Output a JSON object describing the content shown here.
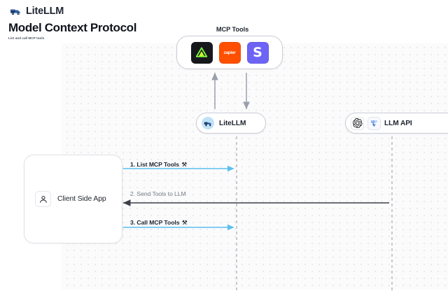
{
  "header": {
    "brand": "LiteLLM",
    "brand_logo_icon": "litellm-truck-logo",
    "title": "Model Context Protocol",
    "subtitle": "List and call MCP tools"
  },
  "colors": {
    "canvas_bg": "#fbfbfc",
    "dot_grid": "#e3e4e8",
    "node_border": "#c9cdd6",
    "accent_blue_arrow": "#5bc0f0",
    "dark_arrow": "#3b3f47",
    "anthropic_tile": "#16181c",
    "anthropic_mark": "#7dfa3a",
    "zapier_tile": "#ff4f00",
    "slack_tile": "#6d63f5",
    "litellm_badge": "#bfe2f7",
    "text_primary": "#20252e",
    "text_muted": "#767c88"
  },
  "diagram": {
    "type": "sequence-diagram",
    "mcp_group": {
      "label": "MCP Tools",
      "tools": [
        {
          "name": "anthropic",
          "icon": "anthropic-logo-icon",
          "label": "",
          "tile_color": "#16181c"
        },
        {
          "name": "zapier",
          "icon": "zapier-logo-icon",
          "label": "zapier",
          "tile_color": "#ff4f00"
        },
        {
          "name": "slack",
          "icon": "slack-logo-icon",
          "label": "S",
          "tile_color": "#6d63f5"
        }
      ]
    },
    "nodes": [
      {
        "id": "client",
        "label": "Client Side App",
        "icon": "user-person-icon"
      },
      {
        "id": "litellm",
        "label": "LiteLLM",
        "icon": "litellm-truck-logo"
      },
      {
        "id": "llmapi",
        "label": "LLM API",
        "icons": [
          "openai-logo-icon",
          "gemini-logo-icon"
        ]
      }
    ],
    "messages": [
      {
        "num": "1.",
        "text": "1. List MCP Tools",
        "icon": "tools-hammer-wrench-icon",
        "direction": "bidirectional",
        "color": "#5bc0f0"
      },
      {
        "num": "2.",
        "text": "2. Send Tools to LLM",
        "icon": "",
        "direction": "left",
        "color": "#3b3f47"
      },
      {
        "num": "3.",
        "text": "3. Call MCP Tools",
        "icon": "tools-hammer-wrench-icon",
        "direction": "bidirectional",
        "color": "#5bc0f0"
      }
    ],
    "vertical_flows": [
      {
        "from": "litellm",
        "to": "mcp_tools",
        "direction": "up"
      },
      {
        "from": "mcp_tools",
        "to": "litellm",
        "direction": "down"
      }
    ],
    "tool_glyph": "⚒"
  }
}
